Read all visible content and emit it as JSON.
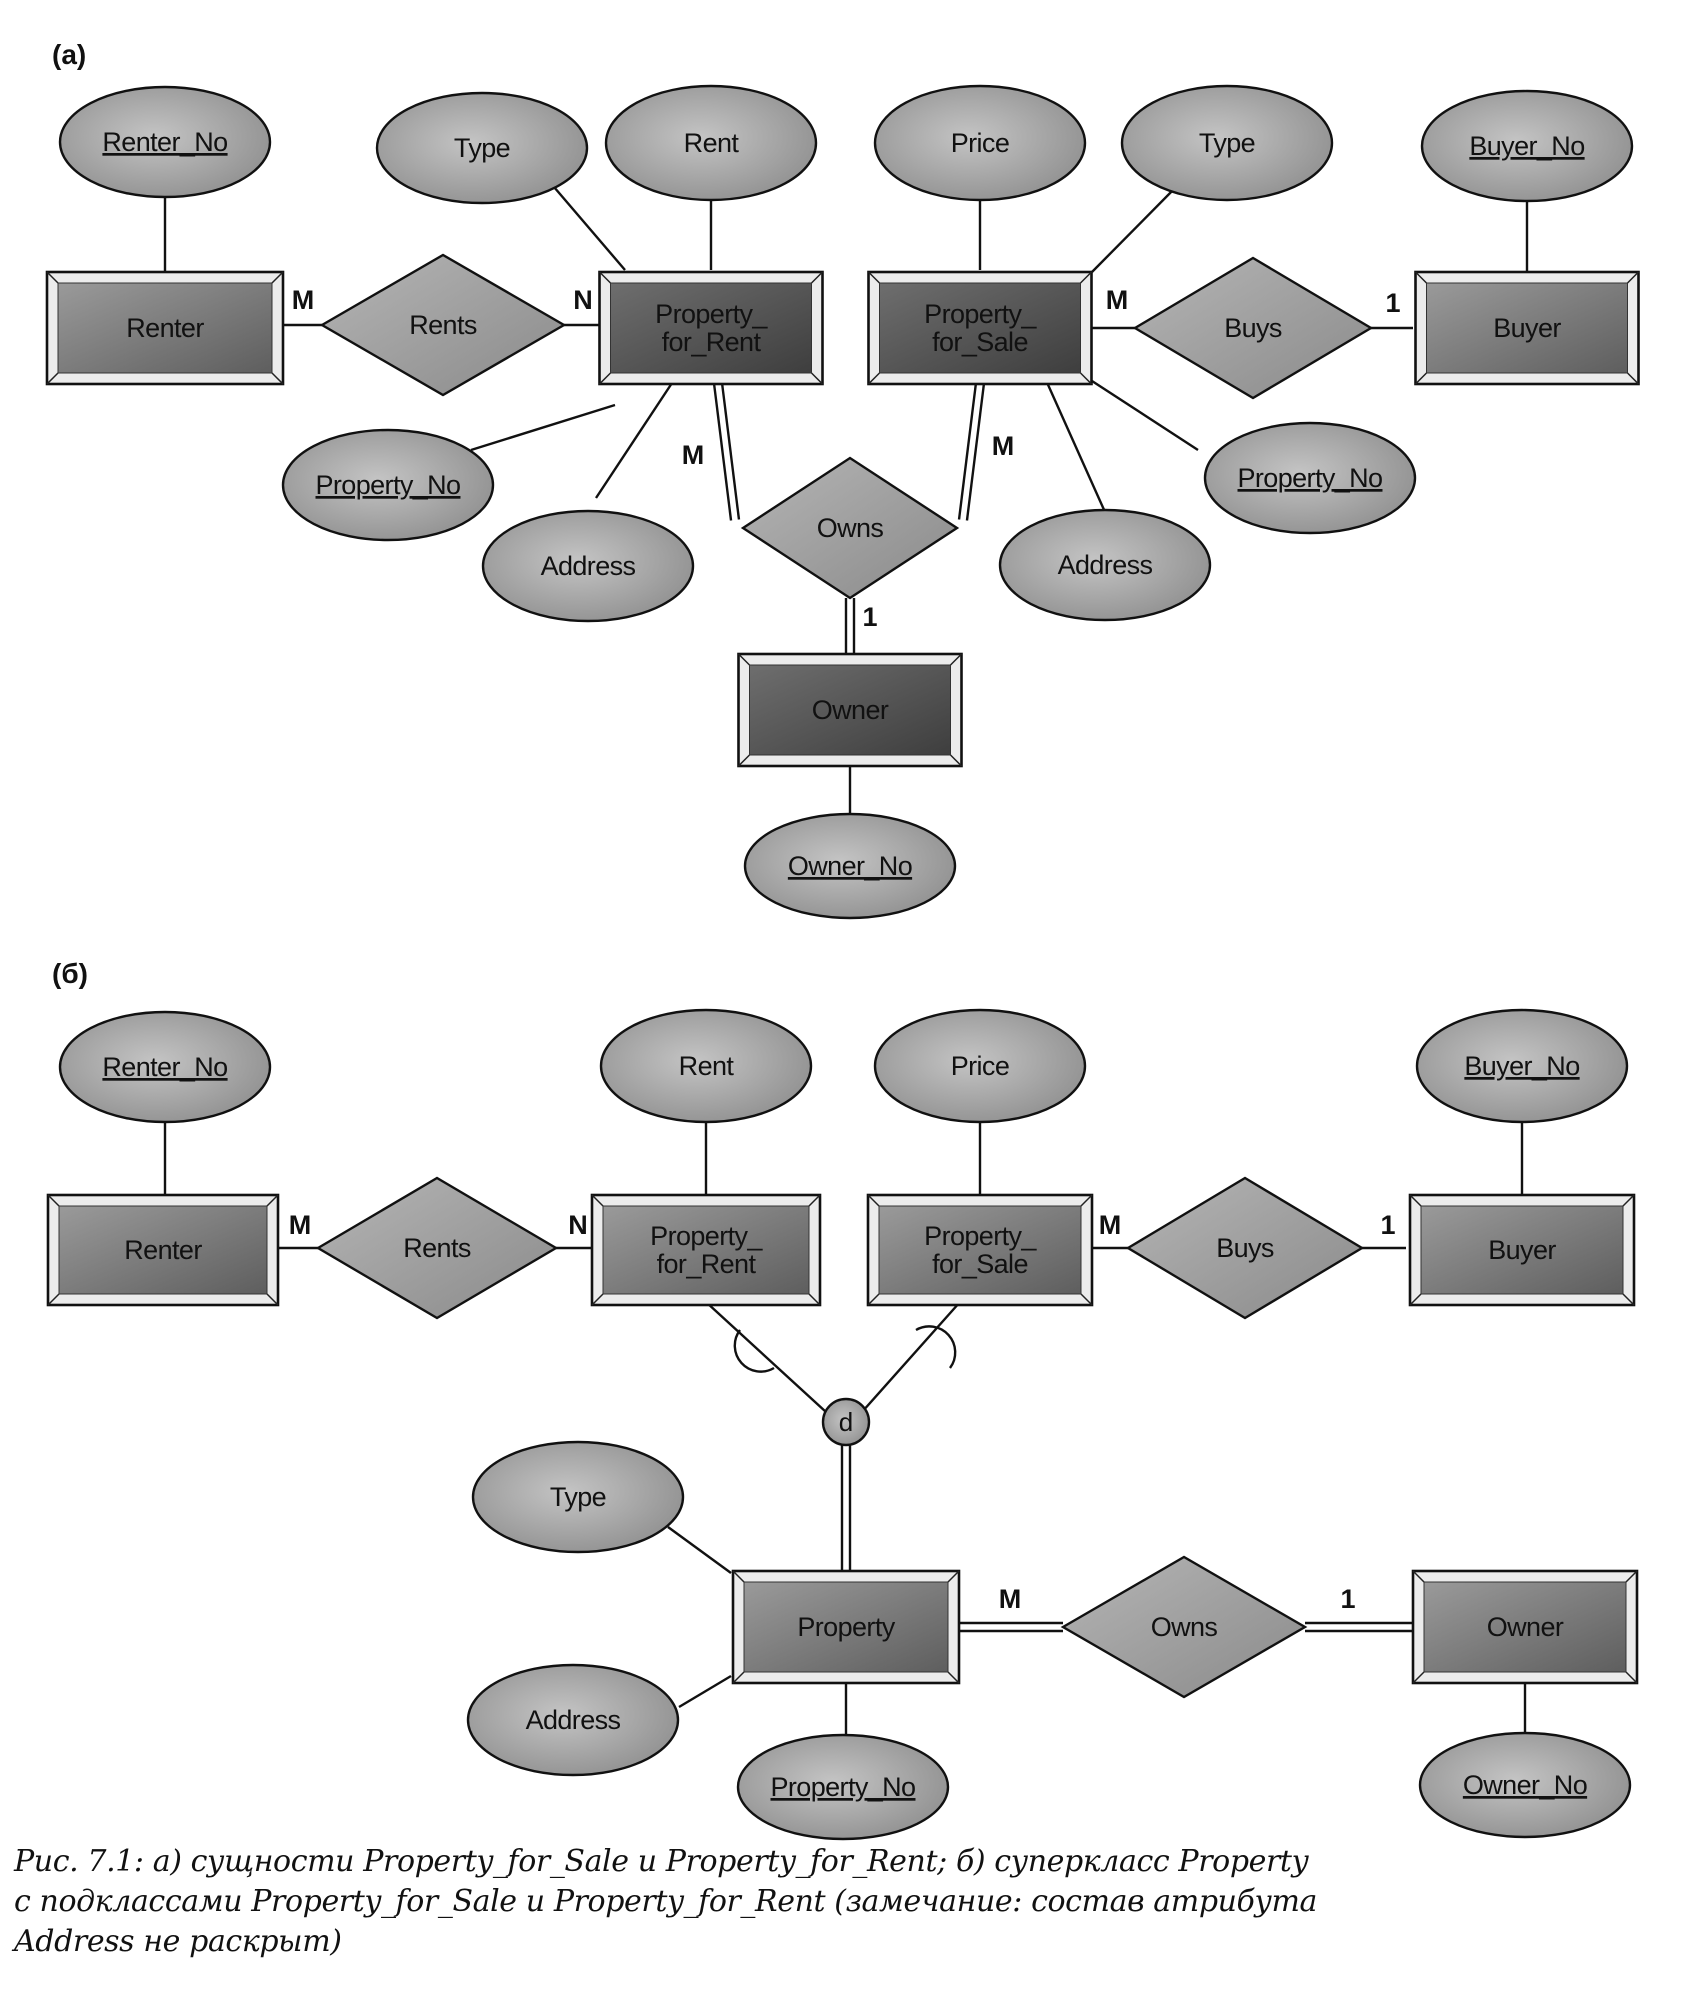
{
  "parts": {
    "a": {
      "label": "(a)",
      "entities": {
        "renter": "Renter",
        "pfr": [
          "Property_",
          "for_Rent"
        ],
        "pfs": [
          "Property_",
          "for_Sale"
        ],
        "buyer": "Buyer",
        "owner": "Owner"
      },
      "relationships": {
        "rents": "Rents",
        "buys": "Buys",
        "owns": "Owns"
      },
      "attributes": {
        "renter_no": "Renter_No",
        "pfr_type": "Type",
        "pfr_rent": "Rent",
        "pfr_property_no": "Property_No",
        "pfr_address": "Address",
        "pfs_price": "Price",
        "pfs_type": "Type",
        "pfs_property_no": "Property_No",
        "pfs_address": "Address",
        "buyer_no": "Buyer_No",
        "owner_no": "Owner_No"
      },
      "cardinalities": {
        "rents_renter": "M",
        "rents_pfr": "N",
        "buys_pfs": "M",
        "buys_buyer": "1",
        "owns_pfr": "M",
        "owns_pfs": "M",
        "owns_owner": "1"
      }
    },
    "b": {
      "label": "(б)",
      "entities": {
        "renter": "Renter",
        "pfr": [
          "Property_",
          "for_Rent"
        ],
        "pfs": [
          "Property_",
          "for_Sale"
        ],
        "buyer": "Buyer",
        "property": "Property",
        "owner": "Owner"
      },
      "relationships": {
        "rents": "Rents",
        "buys": "Buys",
        "owns": "Owns"
      },
      "attributes": {
        "renter_no": "Renter_No",
        "pfr_rent": "Rent",
        "pfs_price": "Price",
        "buyer_no": "Buyer_No",
        "property_type": "Type",
        "property_address": "Address",
        "property_no": "Property_No",
        "owner_no": "Owner_No"
      },
      "disjoint": "d",
      "cardinalities": {
        "rents_renter": "M",
        "rents_pfr": "N",
        "buys_pfs": "M",
        "buys_buyer": "1",
        "owns_property": "M",
        "owns_owner": "1"
      }
    }
  },
  "caption": [
    "Рис. 7.1: а) сущности Property_for_Sale и Property_for_Rent; б) суперкласс Property",
    "с подклассами Property_for_Sale и Property_for_Rent (замечание: состав атрибута",
    "Address не раскрыт)"
  ]
}
